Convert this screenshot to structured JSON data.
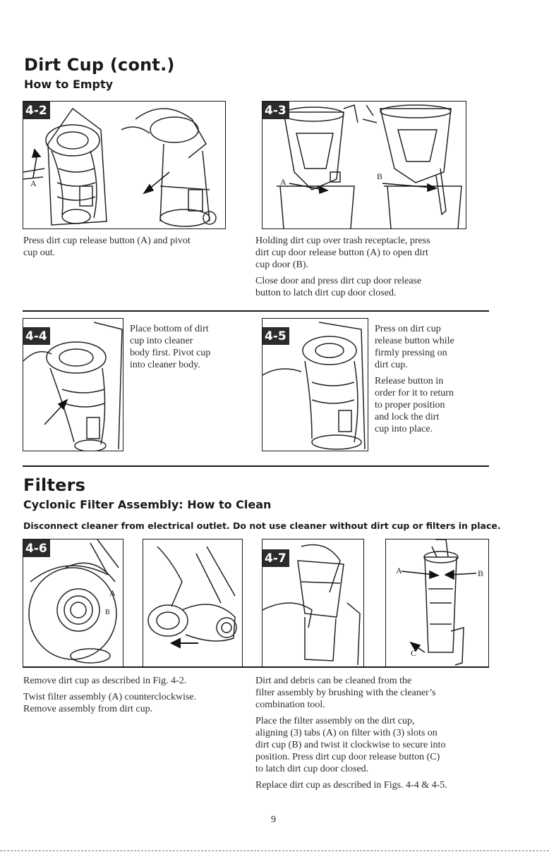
{
  "header": {
    "title": "Dirt Cup (cont.)",
    "subtitle": "How to Empty"
  },
  "figures": {
    "f42": {
      "badge": "4-2",
      "label_a": "A"
    },
    "f43": {
      "badge": "4-3",
      "label_a": "A",
      "label_b": "B"
    },
    "f44": {
      "badge": "4-4"
    },
    "f45": {
      "badge": "4-5"
    },
    "f46": {
      "badge": "4-6",
      "label_a": "A",
      "label_b": "B"
    },
    "f47": {
      "badge": "4-7",
      "label_a": "A",
      "label_b": "B",
      "label_c": "C"
    }
  },
  "text": {
    "t42": "Press dirt cup release button (A) and pivot\ncup out.",
    "t43_1": "Holding dirt cup over trash receptacle, press\ndirt cup door release button (A) to open dirt\ncup door (B).",
    "t43_2": "Close door and press dirt cup door release\nbutton to latch dirt cup door closed.",
    "t44": "Place bottom of dirt\ncup into cleaner\nbody first. Pivot cup\ninto cleaner body.",
    "t45_1": "Press on dirt cup\nrelease button while\nfirmly pressing on\ndirt cup.",
    "t45_2": "Release button in\norder for it to return\nto proper position\nand lock the dirt\ncup into place.",
    "t46_1": "Remove dirt cup as described in Fig. 4-2.",
    "t46_2": "Twist filter assembly (A) counterclockwise.\nRemove assembly from dirt cup.",
    "t47_1": "Dirt and debris can be cleaned from the\nfilter assembly by brushing with the cleaner’s\ncombination tool.",
    "t47_2": "Place the filter assembly on the dirt cup,\naligning (3) tabs (A) on filter with (3) slots on\ndirt cup (B) and twist it clockwise to secure into\nposition. Press dirt cup door release button (C)\nto latch dirt cup door closed.",
    "t47_3": "Replace dirt cup as described in Figs. 4-4 & 4-5."
  },
  "filters": {
    "title": "Filters",
    "subtitle": "Cyclonic Filter Assembly: How to Clean",
    "note": "Disconnect cleaner from electrical outlet. Do not use cleaner without dirt cup or filters in place."
  },
  "page_number": "9"
}
